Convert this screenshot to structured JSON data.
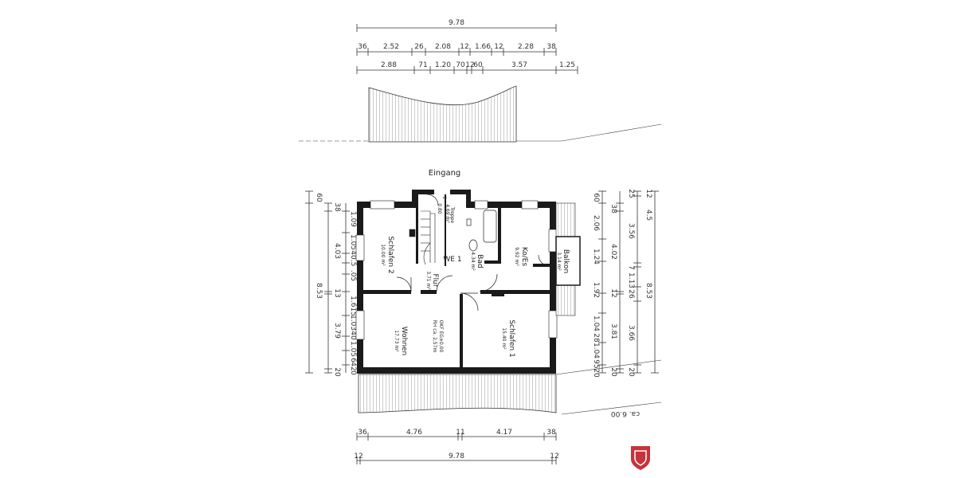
{
  "entrance_label": "Eingang",
  "top_dims": {
    "overall": "9.78",
    "row2": [
      "36",
      "2.52",
      "26",
      "2.08",
      "12",
      "1.66",
      "12",
      "2.28",
      "38"
    ],
    "row3": [
      "2.88",
      "71",
      "1.20",
      "70",
      "12",
      "60",
      "3.57",
      "1.25"
    ]
  },
  "bottom_dims": {
    "row1": [
      "36",
      "4.76",
      "11",
      "4.17",
      "38"
    ],
    "overall_left": "12",
    "overall": "9.78",
    "overall_right": "12"
  },
  "left_dims": {
    "outer": [
      "60",
      "8.53"
    ],
    "middle": [
      "38",
      "4.03",
      "13",
      "3.79",
      "20"
    ],
    "inner": [
      "1.09",
      "1.05",
      "40",
      ".5",
      ".05",
      "1.615",
      "1.03",
      "40",
      "1.05",
      "6",
      "42",
      "0"
    ]
  },
  "right_dims": {
    "col1": [
      "60",
      "2.06",
      "1.24",
      "1.92",
      "1.04",
      "28",
      "1.04",
      "95",
      "20"
    ],
    "col2": [
      "38",
      "4.02",
      "12",
      "3.81",
      "20"
    ],
    "col3": [
      "25",
      "3.56",
      "7",
      "1.13",
      "26",
      "3.66",
      "20"
    ],
    "col4": [
      "12",
      "4.5",
      "8.53"
    ]
  },
  "terrain_label": "ca. 6.00",
  "rooms": {
    "schlafen2": {
      "name": "Schlafen 2",
      "area": "10.00 m²"
    },
    "treppe": {
      "name": "Treppe",
      "area": "4.69 m²",
      "note": "1",
      "extra": "0.80"
    },
    "we": {
      "name": "WE 1"
    },
    "flur": {
      "name": "Flur",
      "area": "3.71 m²"
    },
    "bad": {
      "name": "Bad",
      "area": "4.34 m²"
    },
    "koes": {
      "name": "Ko/Es",
      "area": "9.92 m²"
    },
    "balkon": {
      "name": "Balkon",
      "area": "3.14 m²"
    },
    "wohnen": {
      "name": "Wohnen",
      "area": "17.73 m²"
    },
    "schlafen1": {
      "name": "Schlafen 1",
      "area": "15.40 m²"
    },
    "okf": {
      "line1": "OKF EG±0,00",
      "line2": "RH ca. 2,57m"
    }
  },
  "colors": {
    "wall": "#1a1a1a",
    "hatch": "#b5b5b5",
    "logo": "#c8323c"
  }
}
